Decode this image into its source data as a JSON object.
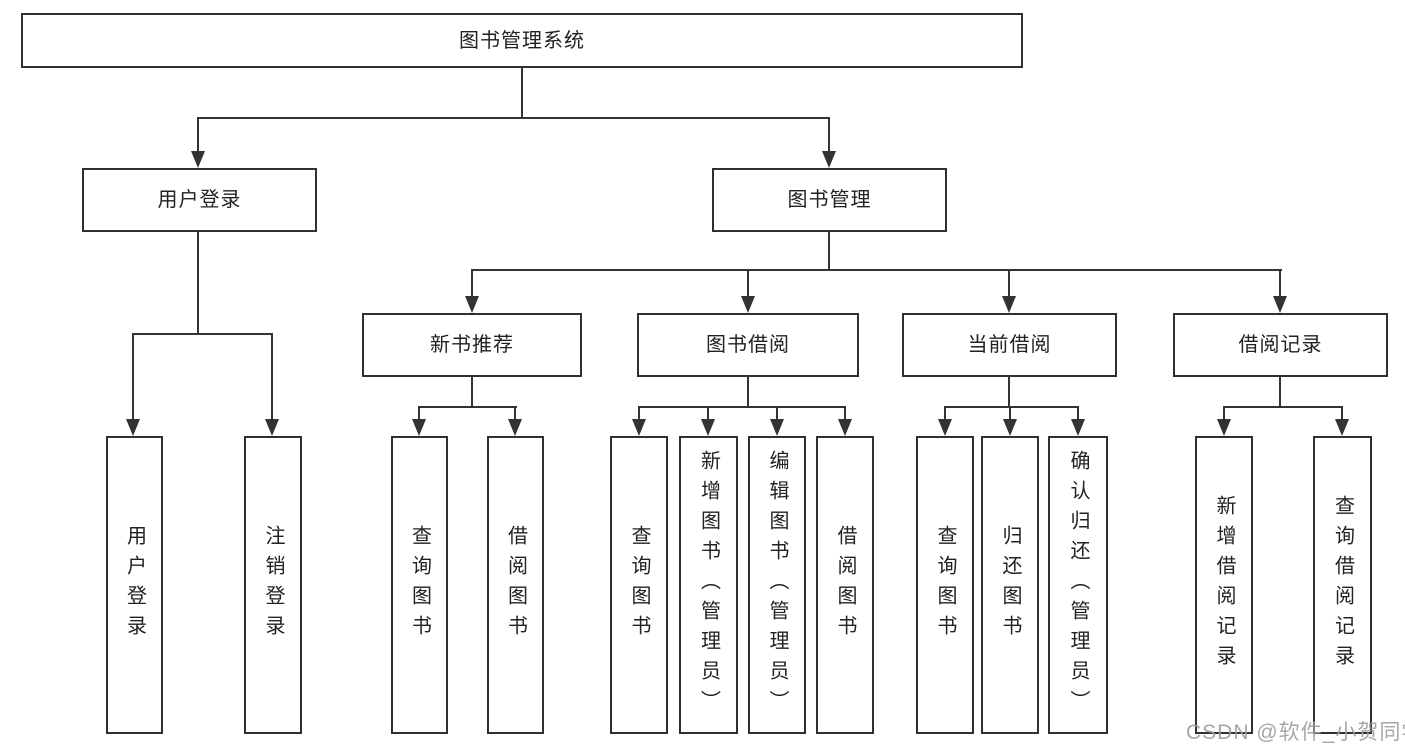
{
  "tree": {
    "root": "图书管理系统",
    "user_login": {
      "label": "用户登录",
      "children": [
        "用户登录",
        "注销登录"
      ]
    },
    "book_mgmt": {
      "label": "图书管理",
      "groups": [
        {
          "label": "新书推荐",
          "children": [
            "查询图书",
            "借阅图书"
          ]
        },
        {
          "label": "图书借阅",
          "children": [
            "查询图书",
            "新增图书（管理员）",
            "编辑图书（管理员）",
            "借阅图书"
          ]
        },
        {
          "label": "当前借阅",
          "children": [
            "查询图书",
            "归还图书",
            "确认归还（管理员）"
          ]
        },
        {
          "label": "借阅记录",
          "children": [
            "新增借阅记录",
            "查询借阅记录"
          ]
        }
      ]
    }
  },
  "watermark": {
    "text": "CSDN @软件_小贺同学"
  },
  "colors": {
    "line": "#333333",
    "border": "#303030",
    "text": "#222222",
    "bg": "#ffffff",
    "watermark": "#9d9d9d"
  }
}
